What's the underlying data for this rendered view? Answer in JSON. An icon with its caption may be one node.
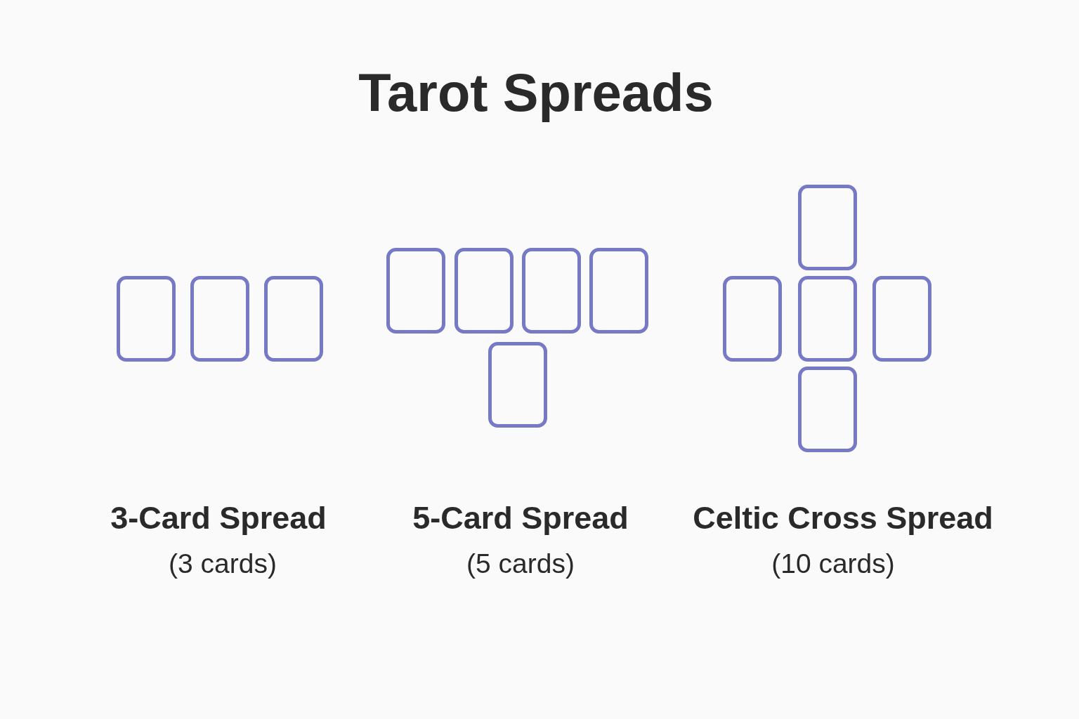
{
  "diagram": {
    "title": "Tarot Spreads",
    "nodes": [
      {
        "text": [],
        "shape": "box"
      },
      {
        "text": [],
        "shape": "box"
      },
      {
        "text": [],
        "shape": "box"
      },
      {
        "text": [],
        "shape": "box"
      },
      {
        "text": [],
        "shape": "box"
      },
      {
        "text": [],
        "shape": "box"
      },
      {
        "text": [],
        "shape": "box"
      },
      {
        "text": [],
        "shape": "box"
      },
      {
        "text": [],
        "shape": "box"
      },
      {
        "text": [],
        "shape": "box"
      },
      {
        "text": [],
        "shape": "box"
      },
      {
        "text": [],
        "shape": "box"
      },
      {
        "text": [],
        "shape": "box"
      }
    ],
    "labels": [
      "3-Card Spread",
      "(3 cards)",
      "5-Card Spread",
      "(5 cards)",
      "Celtic Cross Spread",
      "(10 cards)"
    ]
  }
}
